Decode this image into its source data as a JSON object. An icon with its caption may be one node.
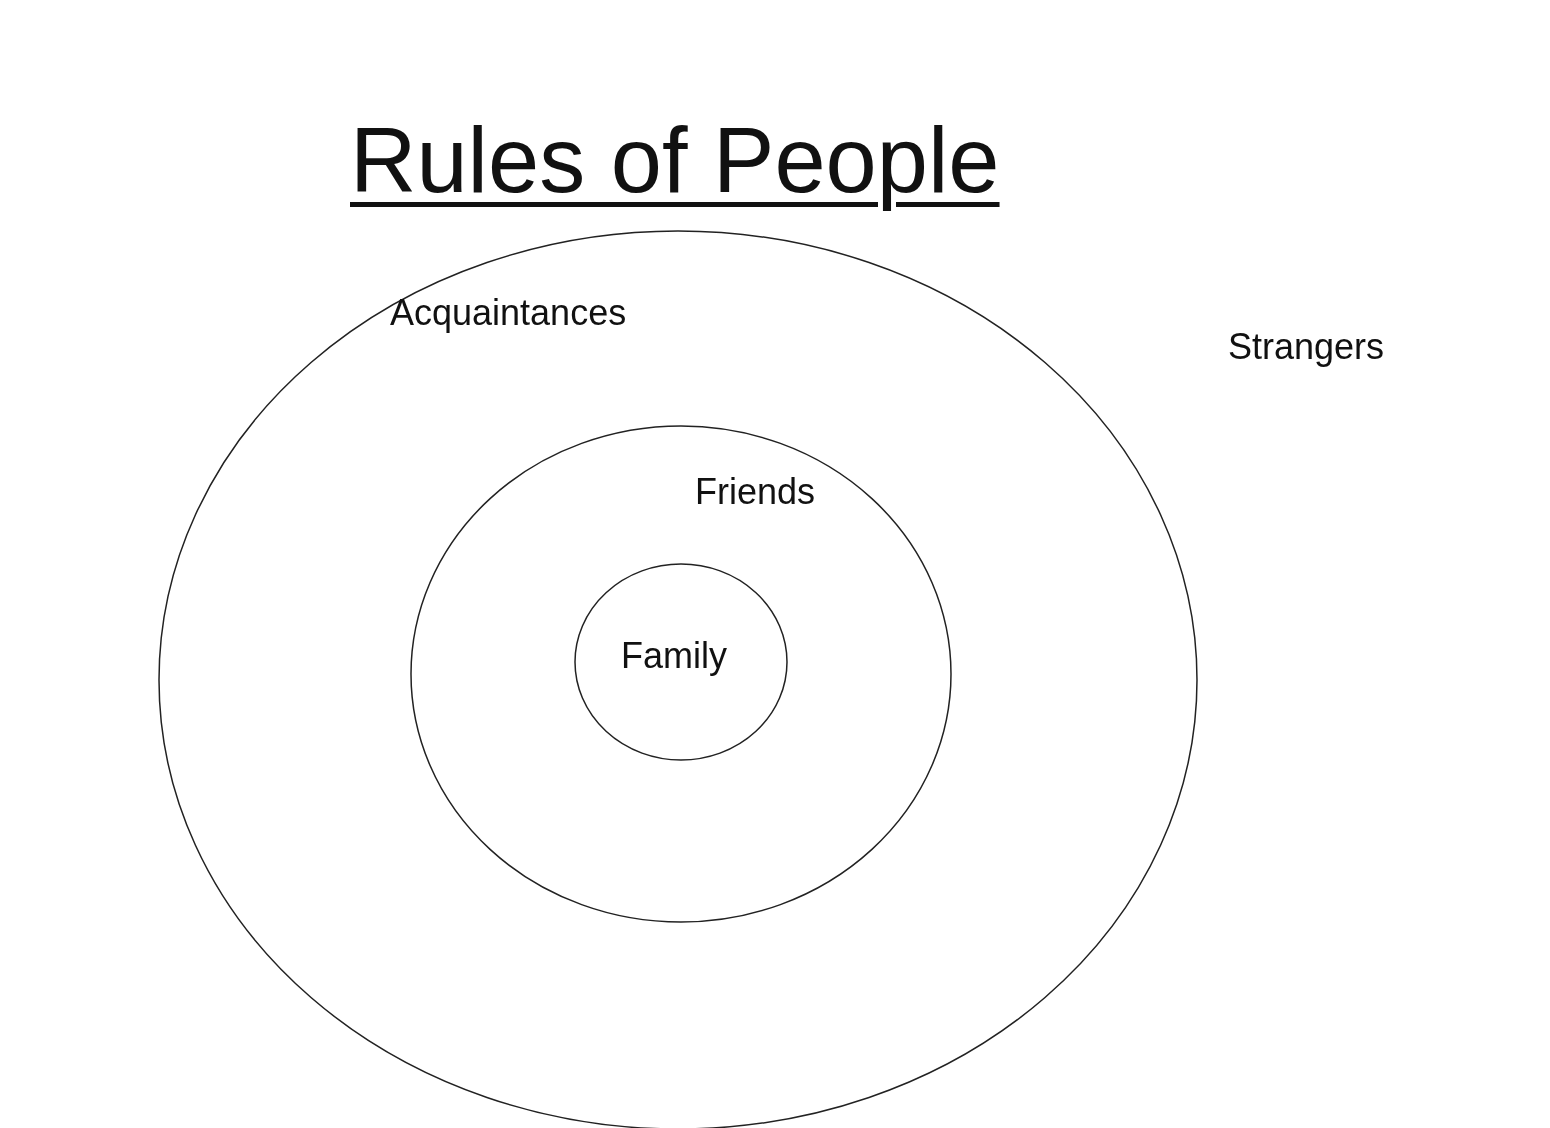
{
  "diagram": {
    "title": "Rules of People",
    "nodes": [
      {
        "text": [
          "Acquaintances"
        ]
      },
      {
        "text": [
          "Friends"
        ],
        "in": 0
      },
      {
        "text": [
          "Family"
        ],
        "in": 1
      }
    ],
    "labels": [
      "Strangers"
    ]
  }
}
